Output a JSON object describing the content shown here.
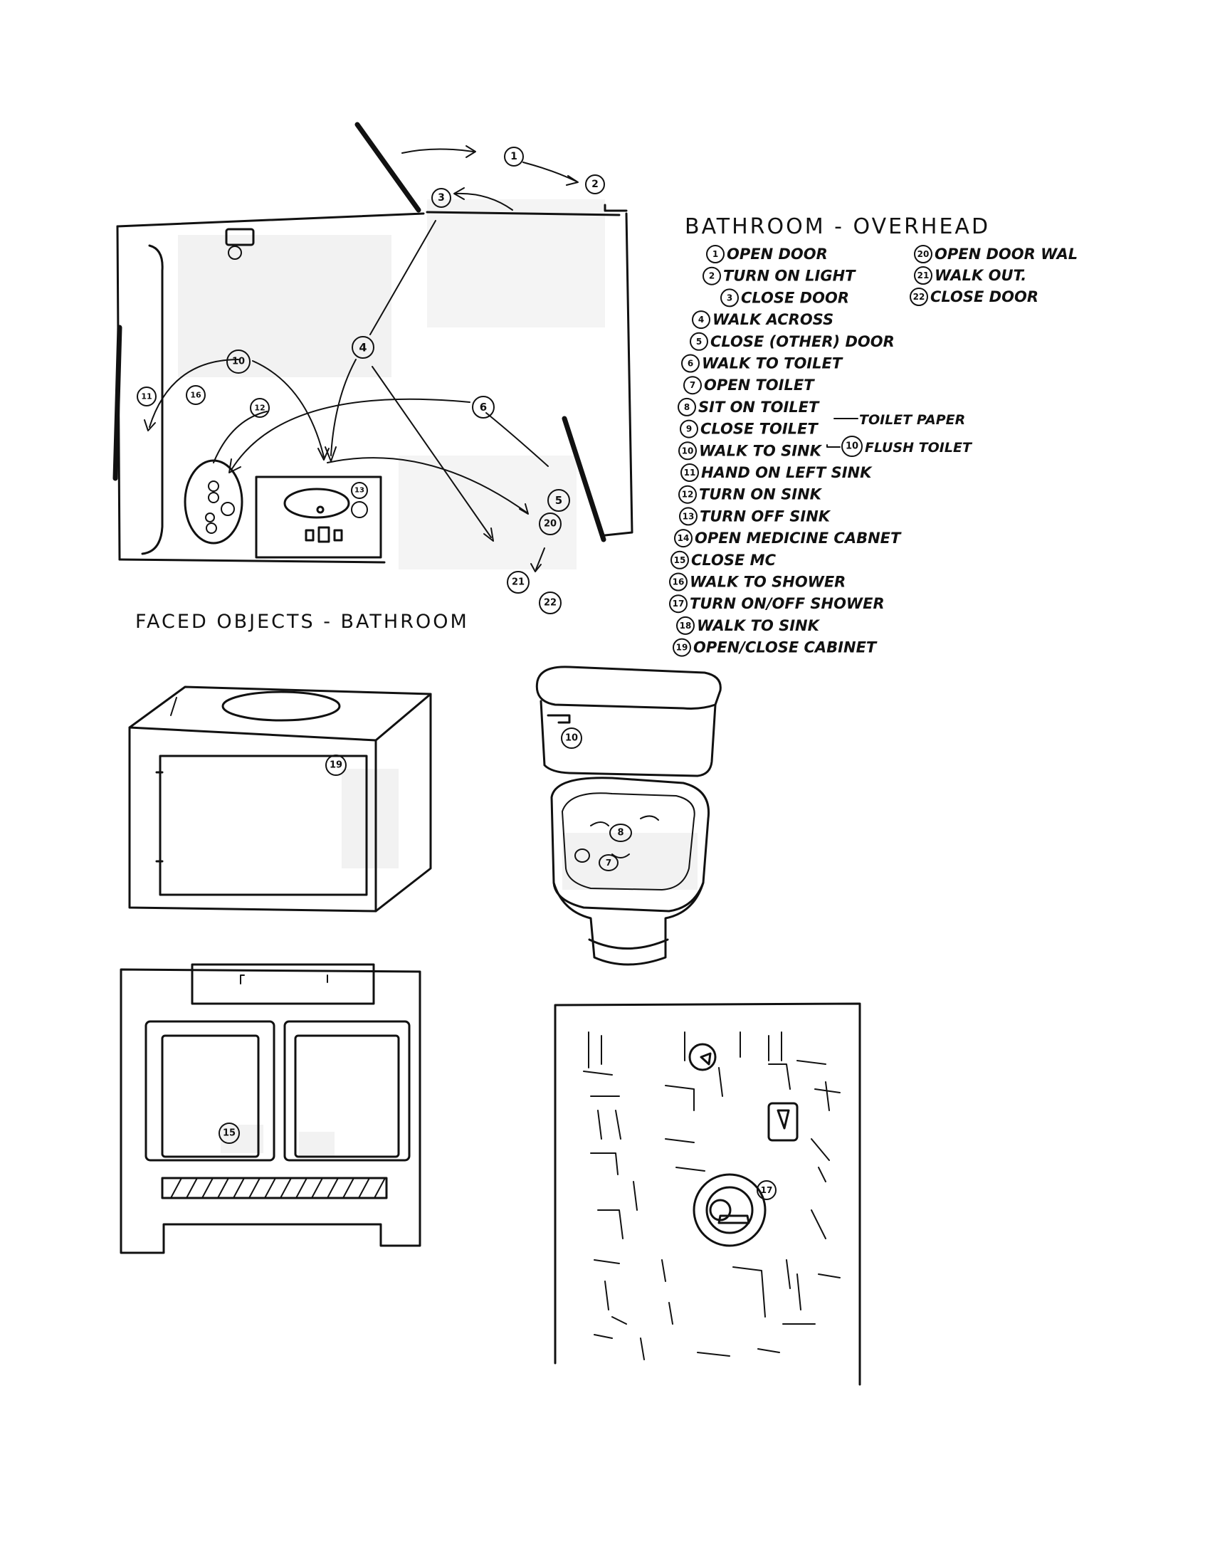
{
  "overhead": {
    "title": "BATHROOM - OVERHEAD",
    "steps_left": [
      {
        "n": "1",
        "label": "OPEN DOOR"
      },
      {
        "n": "2",
        "label": "TURN ON LIGHT"
      },
      {
        "n": "3",
        "label": "CLOSE DOOR"
      },
      {
        "n": "4",
        "label": "WALK ACROSS"
      },
      {
        "n": "5",
        "label": "CLOSE (OTHER) DOOR"
      },
      {
        "n": "6",
        "label": "WALK TO TOILET"
      },
      {
        "n": "7",
        "label": "OPEN TOILET"
      },
      {
        "n": "8",
        "label": "SIT ON TOILET"
      },
      {
        "n": "9",
        "label": "CLOSE TOILET"
      },
      {
        "n": "10",
        "label": "WALK TO SINK"
      },
      {
        "n": "11",
        "label": "HAND ON LEFT SINK"
      },
      {
        "n": "12",
        "label": "TURN ON SINK"
      },
      {
        "n": "13",
        "label": "TURN OFF SINK"
      },
      {
        "n": "14",
        "label": "OPEN MEDICINE CABNET"
      },
      {
        "n": "15",
        "label": "CLOSE MC"
      },
      {
        "n": "16",
        "label": "WALK TO SHOWER"
      },
      {
        "n": "17",
        "label": "TURN ON/OFF SHOWER"
      },
      {
        "n": "18",
        "label": "WALK TO SINK"
      },
      {
        "n": "19",
        "label": "OPEN/CLOSE CABINET"
      }
    ],
    "steps_right": [
      {
        "n": "20",
        "label": "OPEN DOOR WAL"
      },
      {
        "n": "21",
        "label": "WALK OUT."
      },
      {
        "n": "22",
        "label": "CLOSE DOOR"
      }
    ],
    "side_notes": {
      "toilet_paper": "TOILET PAPER",
      "flush": {
        "n": "10",
        "label": "FLUSH TOILET"
      }
    },
    "map_markers": [
      "1",
      "2",
      "3",
      "4",
      "5",
      "6",
      "10",
      "11",
      "12",
      "13",
      "16",
      "20",
      "21",
      "22"
    ]
  },
  "faced": {
    "title": "FACED OBJECTS - BATHROOM",
    "markers": {
      "cabinet": "19",
      "toilet_tank": "10",
      "toilet_seat": "8",
      "toilet_lid": "7",
      "medicine_cabinet": "15",
      "shower_knob": "17"
    }
  }
}
